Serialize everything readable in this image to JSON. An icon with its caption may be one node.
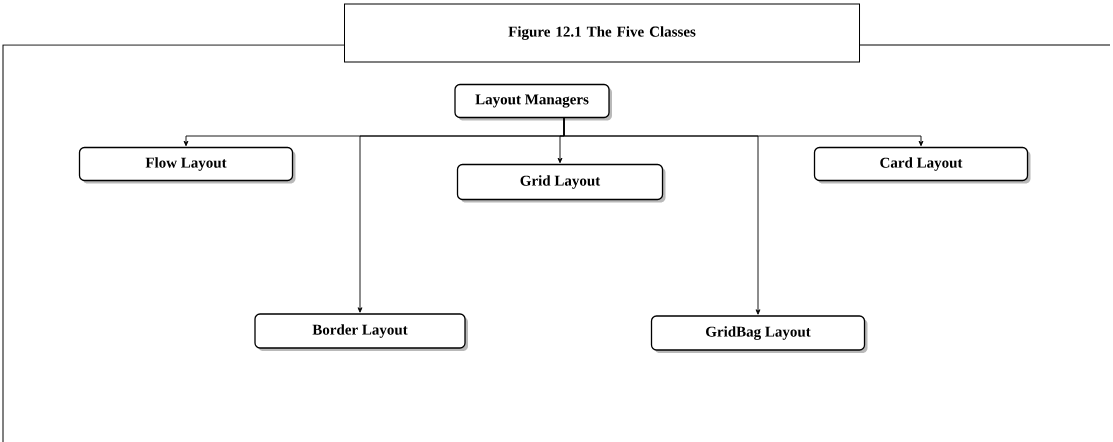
{
  "diagram": {
    "title": "Figure 12.1 The Five Classes",
    "nodes": [
      {
        "text": [
          "Layout Managers"
        ]
      },
      {
        "text": [
          "Flow Layout"
        ]
      },
      {
        "text": [
          "Grid Layout"
        ]
      },
      {
        "text": [
          "Card Layout"
        ]
      },
      {
        "text": [
          "Border Layout"
        ]
      },
      {
        "text": [
          "GridBag Layout"
        ]
      }
    ],
    "edges": [
      {
        "from": 0,
        "to": 1,
        "arrow": "to"
      },
      {
        "from": 0,
        "to": 4,
        "arrow": "to"
      },
      {
        "from": 0,
        "to": 2,
        "arrow": "to"
      },
      {
        "from": 0,
        "to": 5,
        "arrow": "to"
      },
      {
        "from": 0,
        "to": 3,
        "arrow": "to"
      }
    ]
  }
}
